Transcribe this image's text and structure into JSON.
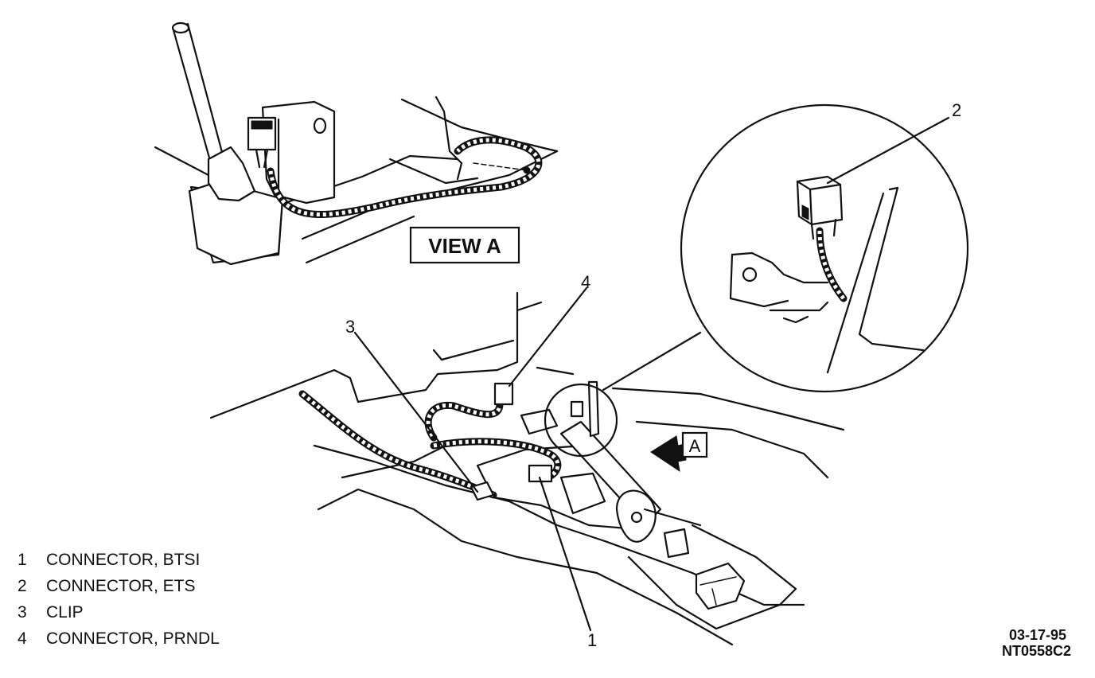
{
  "view_label": "VIEW A",
  "arrow_label": "A",
  "callouts": [
    "1",
    "2",
    "3",
    "4"
  ],
  "legend": [
    {
      "num": "1",
      "text": "CONNECTOR, BTSI"
    },
    {
      "num": "2",
      "text": "CONNECTOR, ETS"
    },
    {
      "num": "3",
      "text": "CLIP"
    },
    {
      "num": "4",
      "text": "CONNECTOR, PRNDL"
    }
  ],
  "ref": {
    "date": "03-17-95",
    "code": "NT0558C2"
  }
}
